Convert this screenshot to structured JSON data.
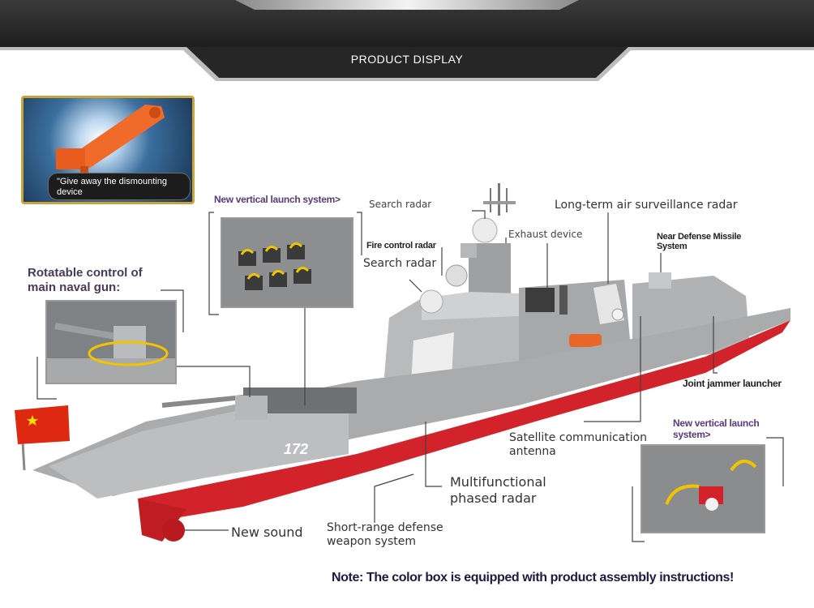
{
  "header": {
    "title": "PRODUCT DISPLAY"
  },
  "tool_inset": {
    "caption": "\"Give away the dismounting device"
  },
  "ship": {
    "hull_number": "172"
  },
  "callouts": {
    "new_vertical_launch_1": "New vertical launch system>",
    "rotatable_gun": "Rotatable control of main naval gun:",
    "search_radar_top": "Search radar",
    "fire_control_radar": "Fire control radar",
    "search_radar_mid": "Search radar",
    "exhaust_device": "Exhaust device",
    "long_term_radar": "Long-term air surveillance radar",
    "near_defense_missile": "Near Defense Missile System",
    "joint_jammer": "Joint jammer launcher",
    "satellite_antenna": "Satellite communication antenna",
    "new_vertical_launch_2": "New vertical launch system>",
    "multifunctional_radar": "Multifunctional phased radar",
    "short_range_defense": "Short-range defense weapon system",
    "new_sound": "New sound"
  },
  "footer": {
    "note": "Note: The color box is equipped with product assembly instructions!"
  },
  "colors": {
    "hull_red": "#d2232a",
    "deck_grey": "#a9abad",
    "frame_gold": "#c9a43a",
    "banner_dark": "#2b2b2b",
    "flag_red": "#de2910"
  }
}
